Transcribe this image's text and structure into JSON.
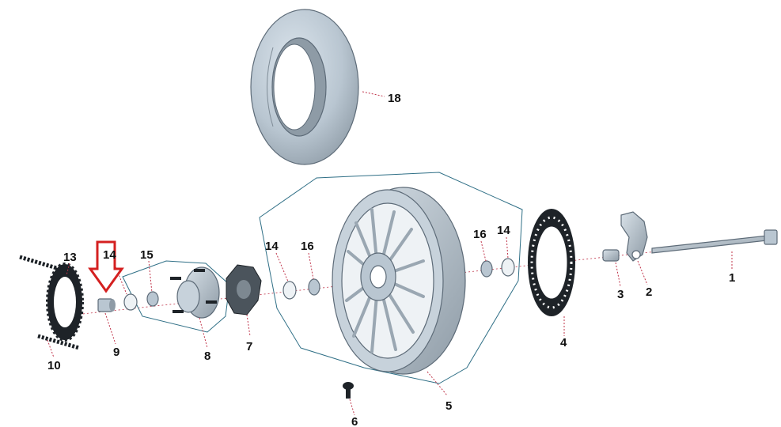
{
  "colors": {
    "part_fill": "#b9c6d1",
    "part_shade": "#8e9ba6",
    "outline": "#5d6b78",
    "dark": "#1e2328",
    "group_line": "#2f6f86",
    "leader_line": "#c0344a",
    "highlight_arrow": "#d42020",
    "label_text": "#111111"
  },
  "callouts": {
    "c1": "1",
    "c2": "2",
    "c3": "3",
    "c4": "4",
    "c5": "5",
    "c6": "6",
    "c7": "7",
    "c8": "8",
    "c9": "9",
    "c10": "10",
    "c13": "13",
    "c14a": "14",
    "c14b": "14",
    "c14c": "14",
    "c15": "15",
    "c16a": "16",
    "c16b": "16",
    "c18": "18"
  },
  "parts": [
    {
      "name": "axle",
      "label": "1"
    },
    {
      "name": "caliper-bracket",
      "label": "2"
    },
    {
      "name": "spacer",
      "label": "3"
    },
    {
      "name": "brake-disc",
      "label": "4"
    },
    {
      "name": "rear-wheel-rim",
      "label": "5"
    },
    {
      "name": "bolt",
      "label": "6"
    },
    {
      "name": "cush-drive-damper",
      "label": "7"
    },
    {
      "name": "sprocket-hub",
      "label": "8"
    },
    {
      "name": "collar",
      "label": "9"
    },
    {
      "name": "chain",
      "label": "10"
    },
    {
      "name": "sprocket",
      "label": "13"
    },
    {
      "name": "oil-seal",
      "label": "14"
    },
    {
      "name": "bearing",
      "label": "15"
    },
    {
      "name": "wheel-bearing",
      "label": "16"
    },
    {
      "name": "tire",
      "label": "18"
    }
  ],
  "highlight": {
    "icon": "down-arrow-icon",
    "target_label": "9"
  }
}
